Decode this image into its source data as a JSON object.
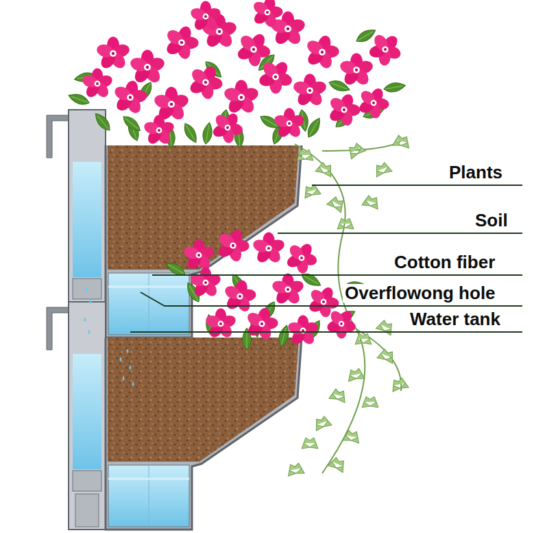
{
  "diagram": {
    "labels": [
      "Plants",
      "Soil",
      "Cotton fiber",
      "Overflowong hole",
      "Water tank"
    ]
  }
}
